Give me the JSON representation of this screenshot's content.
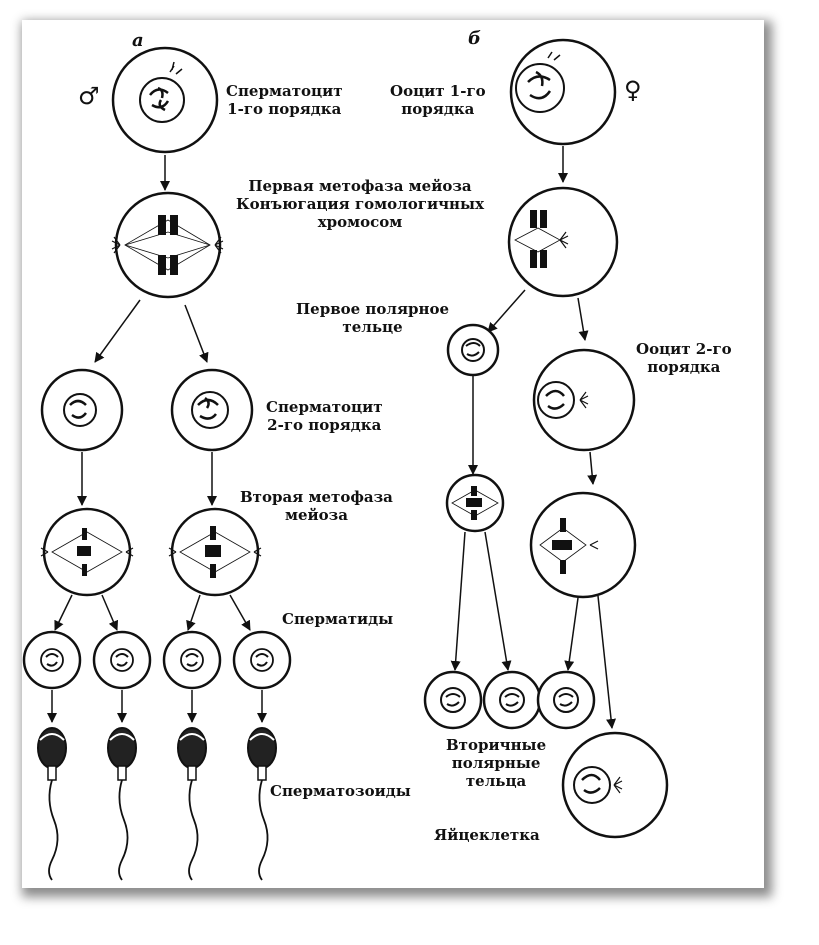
{
  "headers": {
    "a": "а",
    "b": "б"
  },
  "symbols": {
    "male": "♂",
    "female": "♀"
  },
  "labels": {
    "spermatocyte1": [
      "Сперматоцит",
      "1-го порядка"
    ],
    "oocyte1": [
      "Ооцит 1-го",
      "порядка"
    ],
    "metaphase1": [
      "Первая метофаза мейоза",
      "Конъюгация гомологичных",
      "хромосом"
    ],
    "polar1": [
      "Первое полярное",
      "тельце"
    ],
    "oocyte2": [
      "Ооцит 2-го",
      "порядка"
    ],
    "spermatocyte2": [
      "Сперматоцит",
      "2-го порядка"
    ],
    "metaphase2": [
      "Вторая метофаза",
      "мейоза"
    ],
    "spermatids": "Сперматиды",
    "spermatozoa": "Сперматозоиды",
    "secondary_polar": [
      "Вторичные",
      "полярные",
      "тельца"
    ],
    "egg": "Яйцеклетка"
  }
}
